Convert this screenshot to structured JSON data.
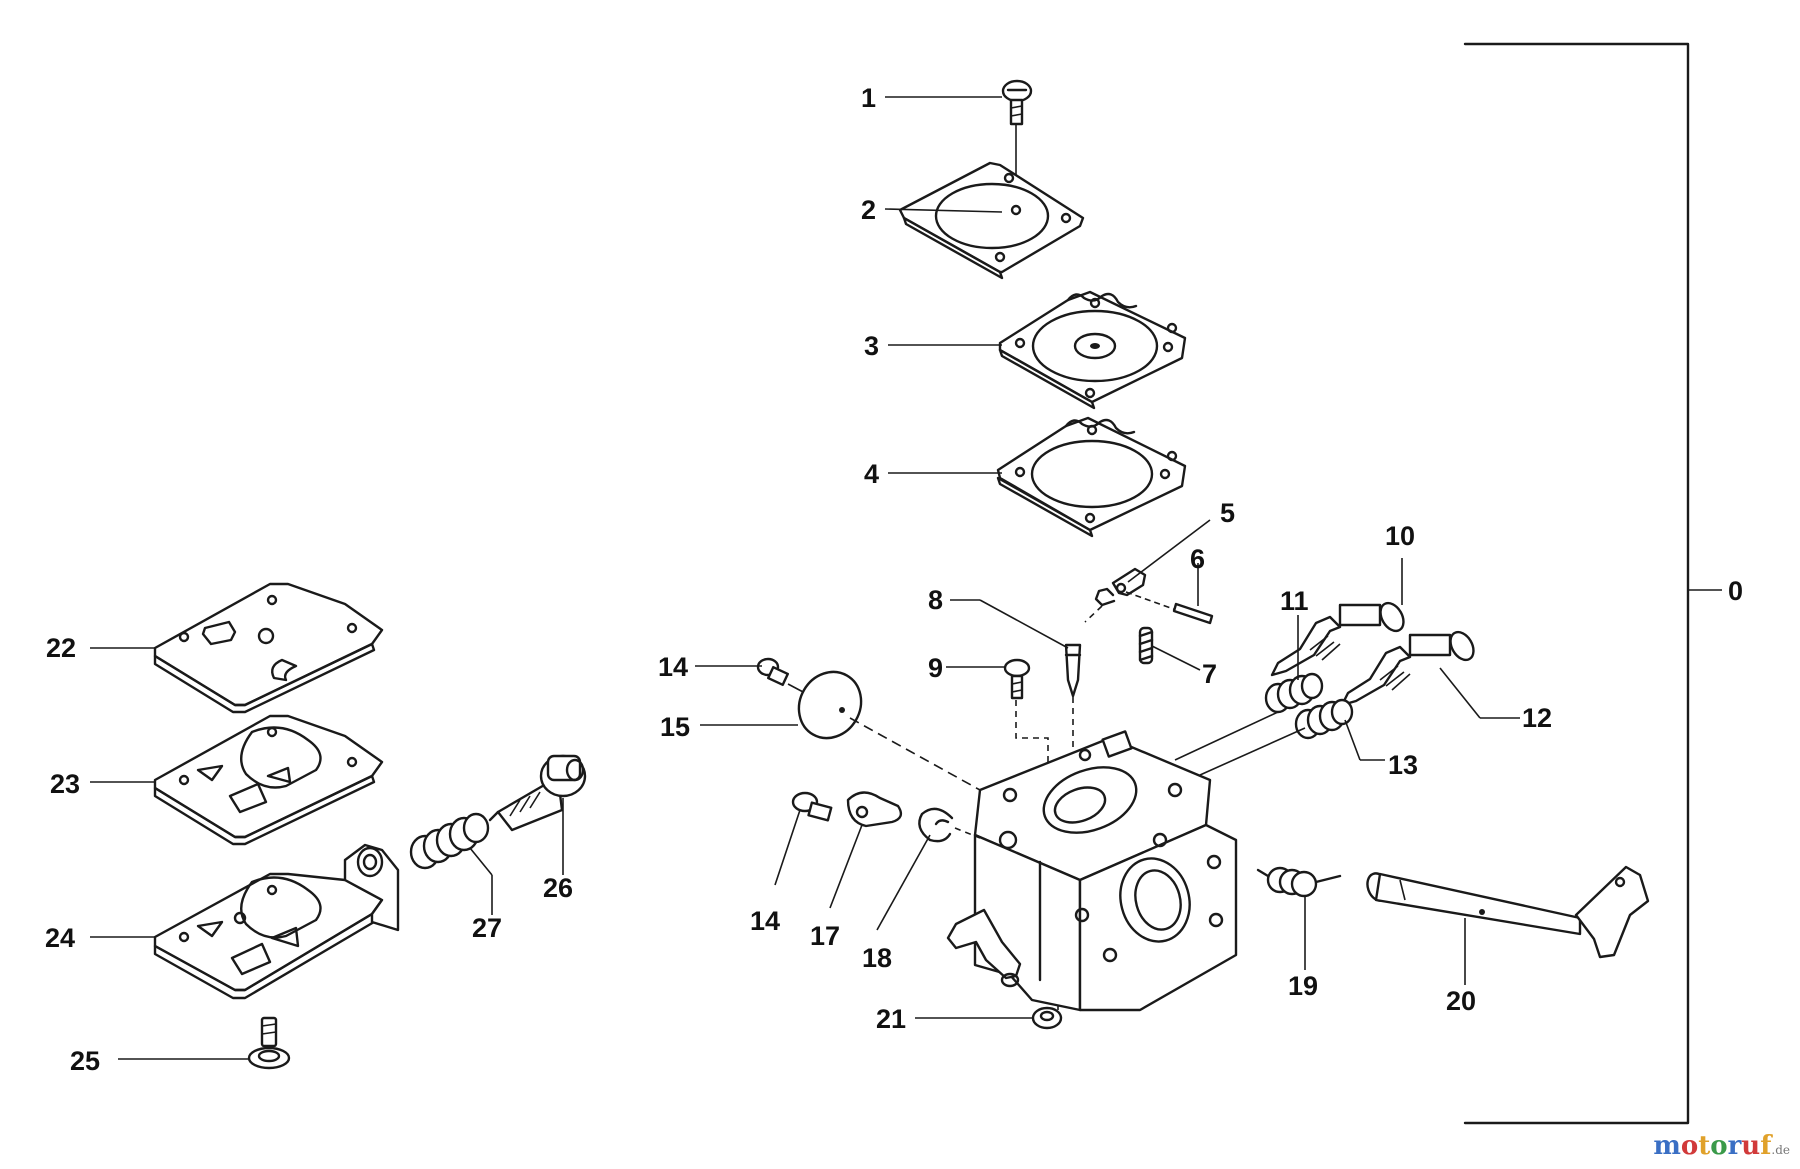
{
  "diagram": {
    "part_labels": [
      "1",
      "2",
      "3",
      "4",
      "5",
      "6",
      "7",
      "8",
      "9",
      "10",
      "11",
      "12",
      "13",
      "14",
      "15",
      "14",
      "17",
      "18",
      "19",
      "20",
      "21",
      "22",
      "23",
      "24",
      "25",
      "26",
      "27",
      "0"
    ]
  },
  "watermark": {
    "letters": [
      "m",
      "o",
      "t",
      "o",
      "r",
      "u",
      "f"
    ],
    "colors": [
      "#3a6fc4",
      "#d13a3a",
      "#e0a12a",
      "#3a9a4a",
      "#3a6fc4",
      "#d13a3a",
      "#e0a12a"
    ],
    "suffix": ".de"
  }
}
